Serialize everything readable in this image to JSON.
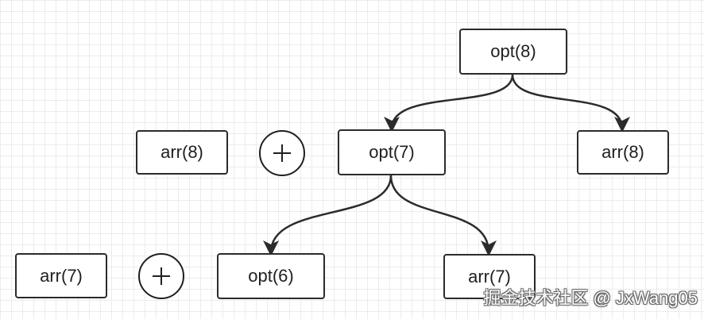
{
  "nodes": {
    "opt8": "opt(8)",
    "opt7": "opt(7)",
    "arr8_right": "arr(8)",
    "arr8_left": "arr(8)",
    "opt6": "opt(6)",
    "arr7_right": "arr(7)",
    "arr7_left": "arr(7)"
  },
  "operators": {
    "plus_top": "+",
    "plus_bottom": "+"
  },
  "edges": [
    {
      "from": "opt(8)",
      "to": "opt(7)"
    },
    {
      "from": "opt(8)",
      "to": "arr(8)"
    },
    {
      "from": "opt(7)",
      "to": "opt(6)"
    },
    {
      "from": "opt(7)",
      "to": "arr(7)"
    }
  ],
  "watermark": "掘金技术社区 @ JxWang05",
  "colors": {
    "stroke": "#2b2b2b",
    "grid": "#ececec",
    "background": "#ffffff"
  }
}
